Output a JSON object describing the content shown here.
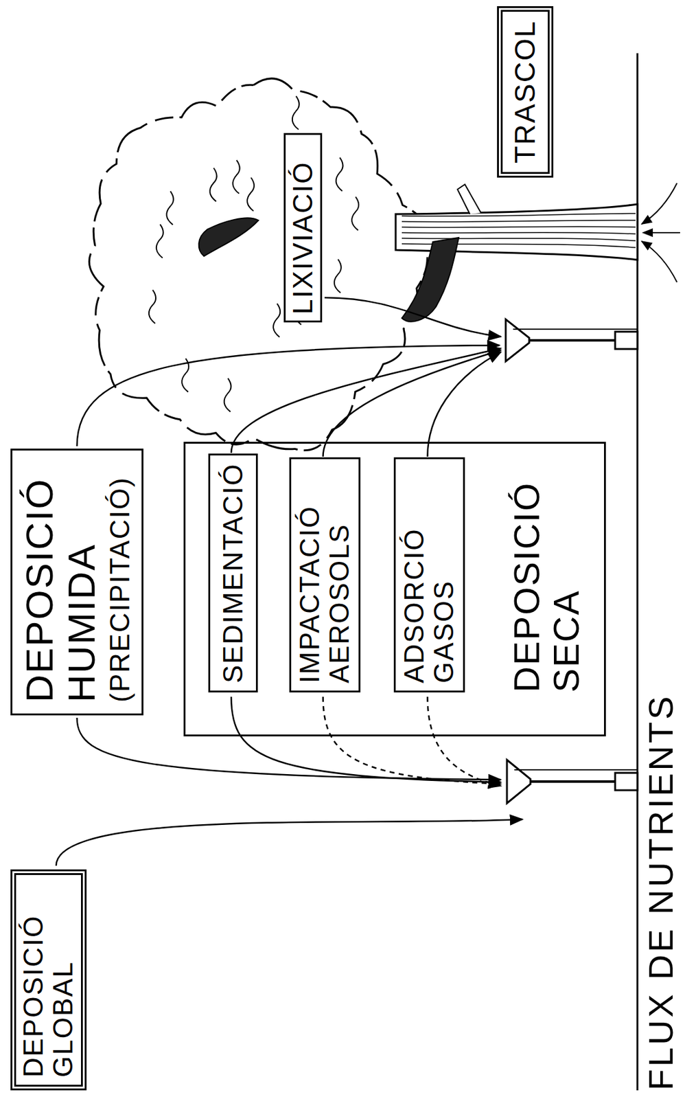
{
  "diagram": {
    "caption": "FLUX DE NUTRIENTS",
    "nodes": [
      {
        "text": [
          "DEPOSICIÓ HUMIDA",
          "(PRECIPITACIÓ)"
        ]
      },
      {
        "text": [
          "DEPOSICIÓ SECA"
        ]
      },
      {
        "text": [
          "SEDIMENTACIÓ"
        ],
        "in": 1
      },
      {
        "text": [
          "IMPACTACIÓ AEROSOLS"
        ],
        "in": 1
      },
      {
        "text": [
          "ADSORCIÓ GASOS"
        ],
        "in": 1
      },
      {
        "text": [
          "LIXIVIACIÓ"
        ]
      },
      {
        "text": [
          "DEPOSICIÓ GLOBAL"
        ]
      },
      {
        "text": [
          "TRASCOL"
        ]
      }
    ]
  }
}
